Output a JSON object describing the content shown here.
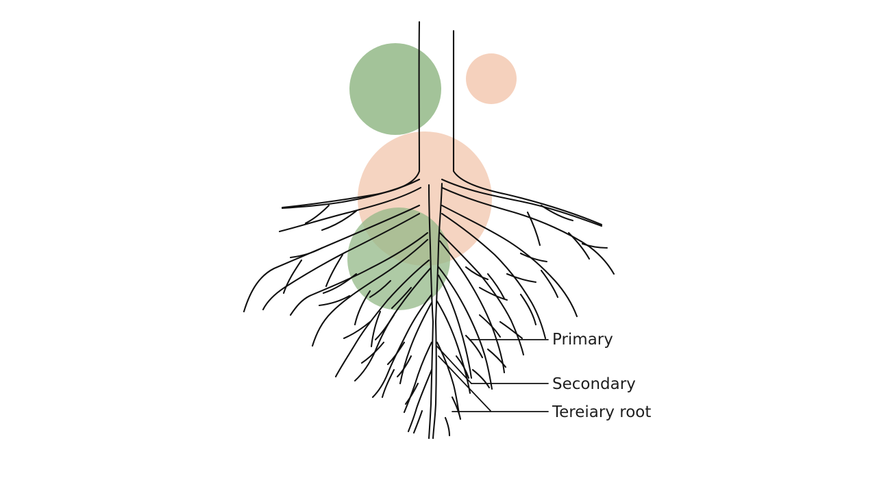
{
  "labels": {
    "primary": "Primary",
    "secondary": "Secondary",
    "tertiary": "Tereiary root"
  },
  "colors": {
    "green": "#93b887",
    "peach": "#f3c9b2",
    "line": "#111111"
  }
}
